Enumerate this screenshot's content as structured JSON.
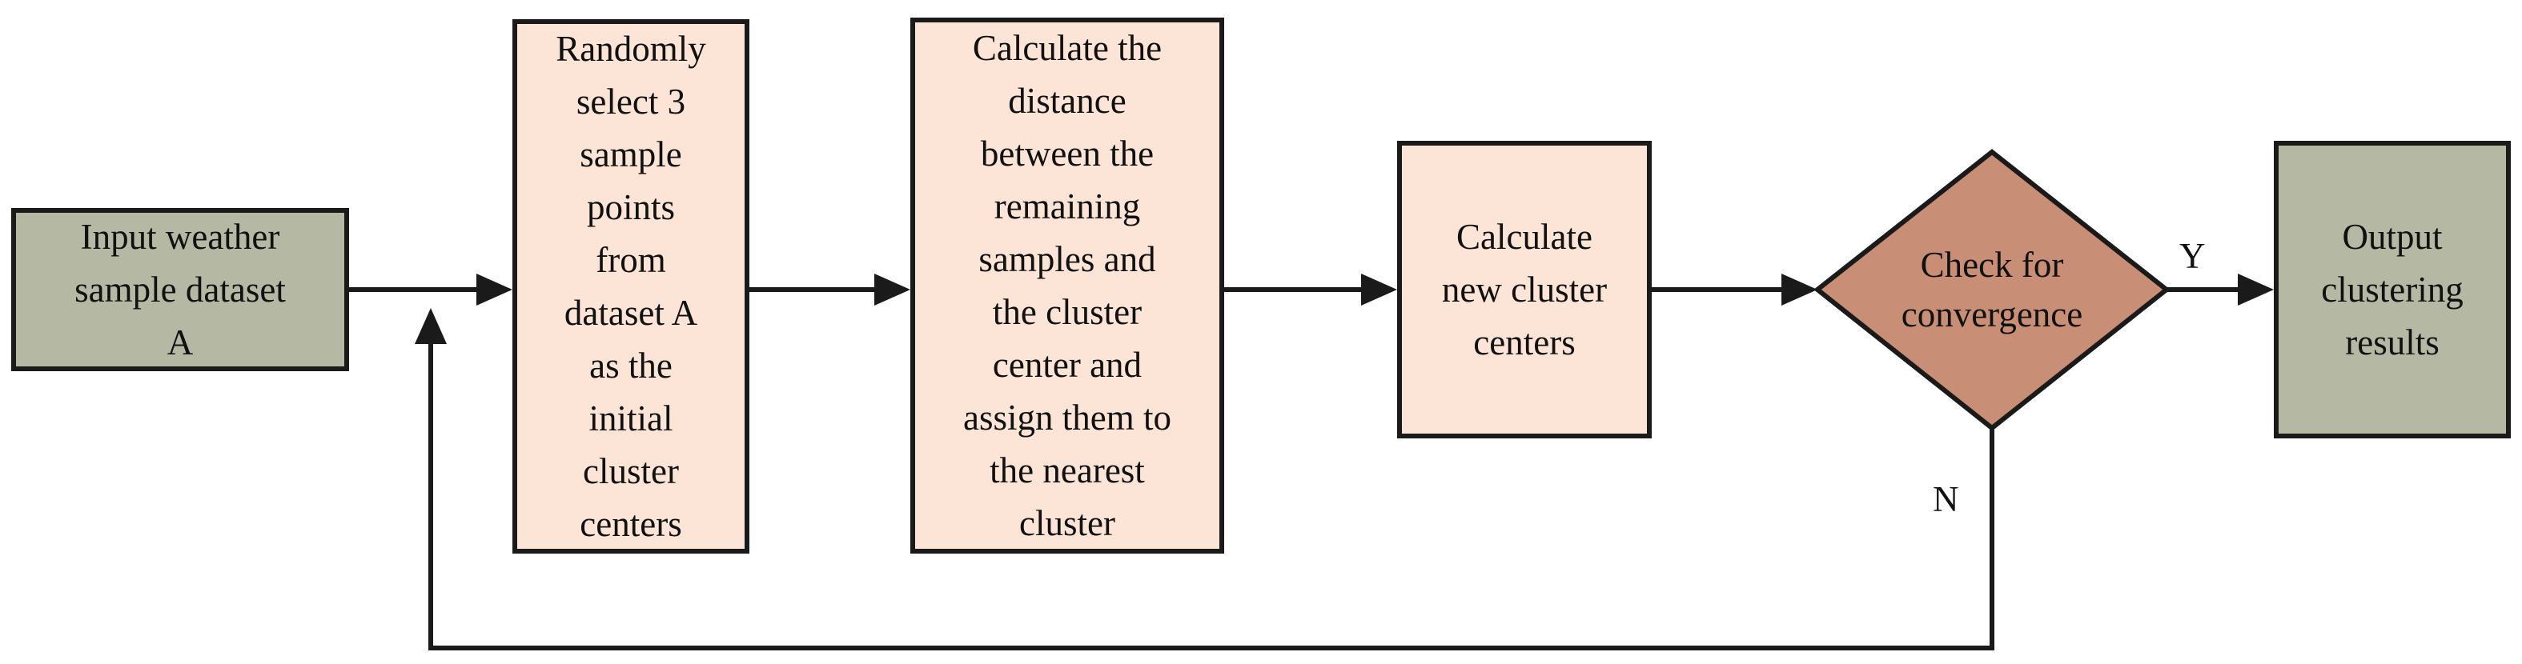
{
  "diagram": {
    "nodes": {
      "input": "Input weather\nsample dataset\nA",
      "select": "Randomly\nselect 3\nsample\npoints\nfrom\ndataset A\nas the\ninitial\ncluster\ncenters",
      "distance": "Calculate the\ndistance\nbetween the\nremaining\nsamples and\nthe cluster\ncenter and\nassign them to\nthe nearest\ncluster",
      "new_centers": "Calculate\nnew cluster\ncenters",
      "check": "Check for\nconvergence",
      "output": "Output\nclustering\nresults"
    },
    "edge_labels": {
      "yes": "Y",
      "no": "N"
    }
  },
  "colors": {
    "input_output_fill": "#b5b8a3",
    "process_fill": "#fce4d6",
    "decision_fill": "#c98e76",
    "stroke": "#1a1a1a"
  }
}
